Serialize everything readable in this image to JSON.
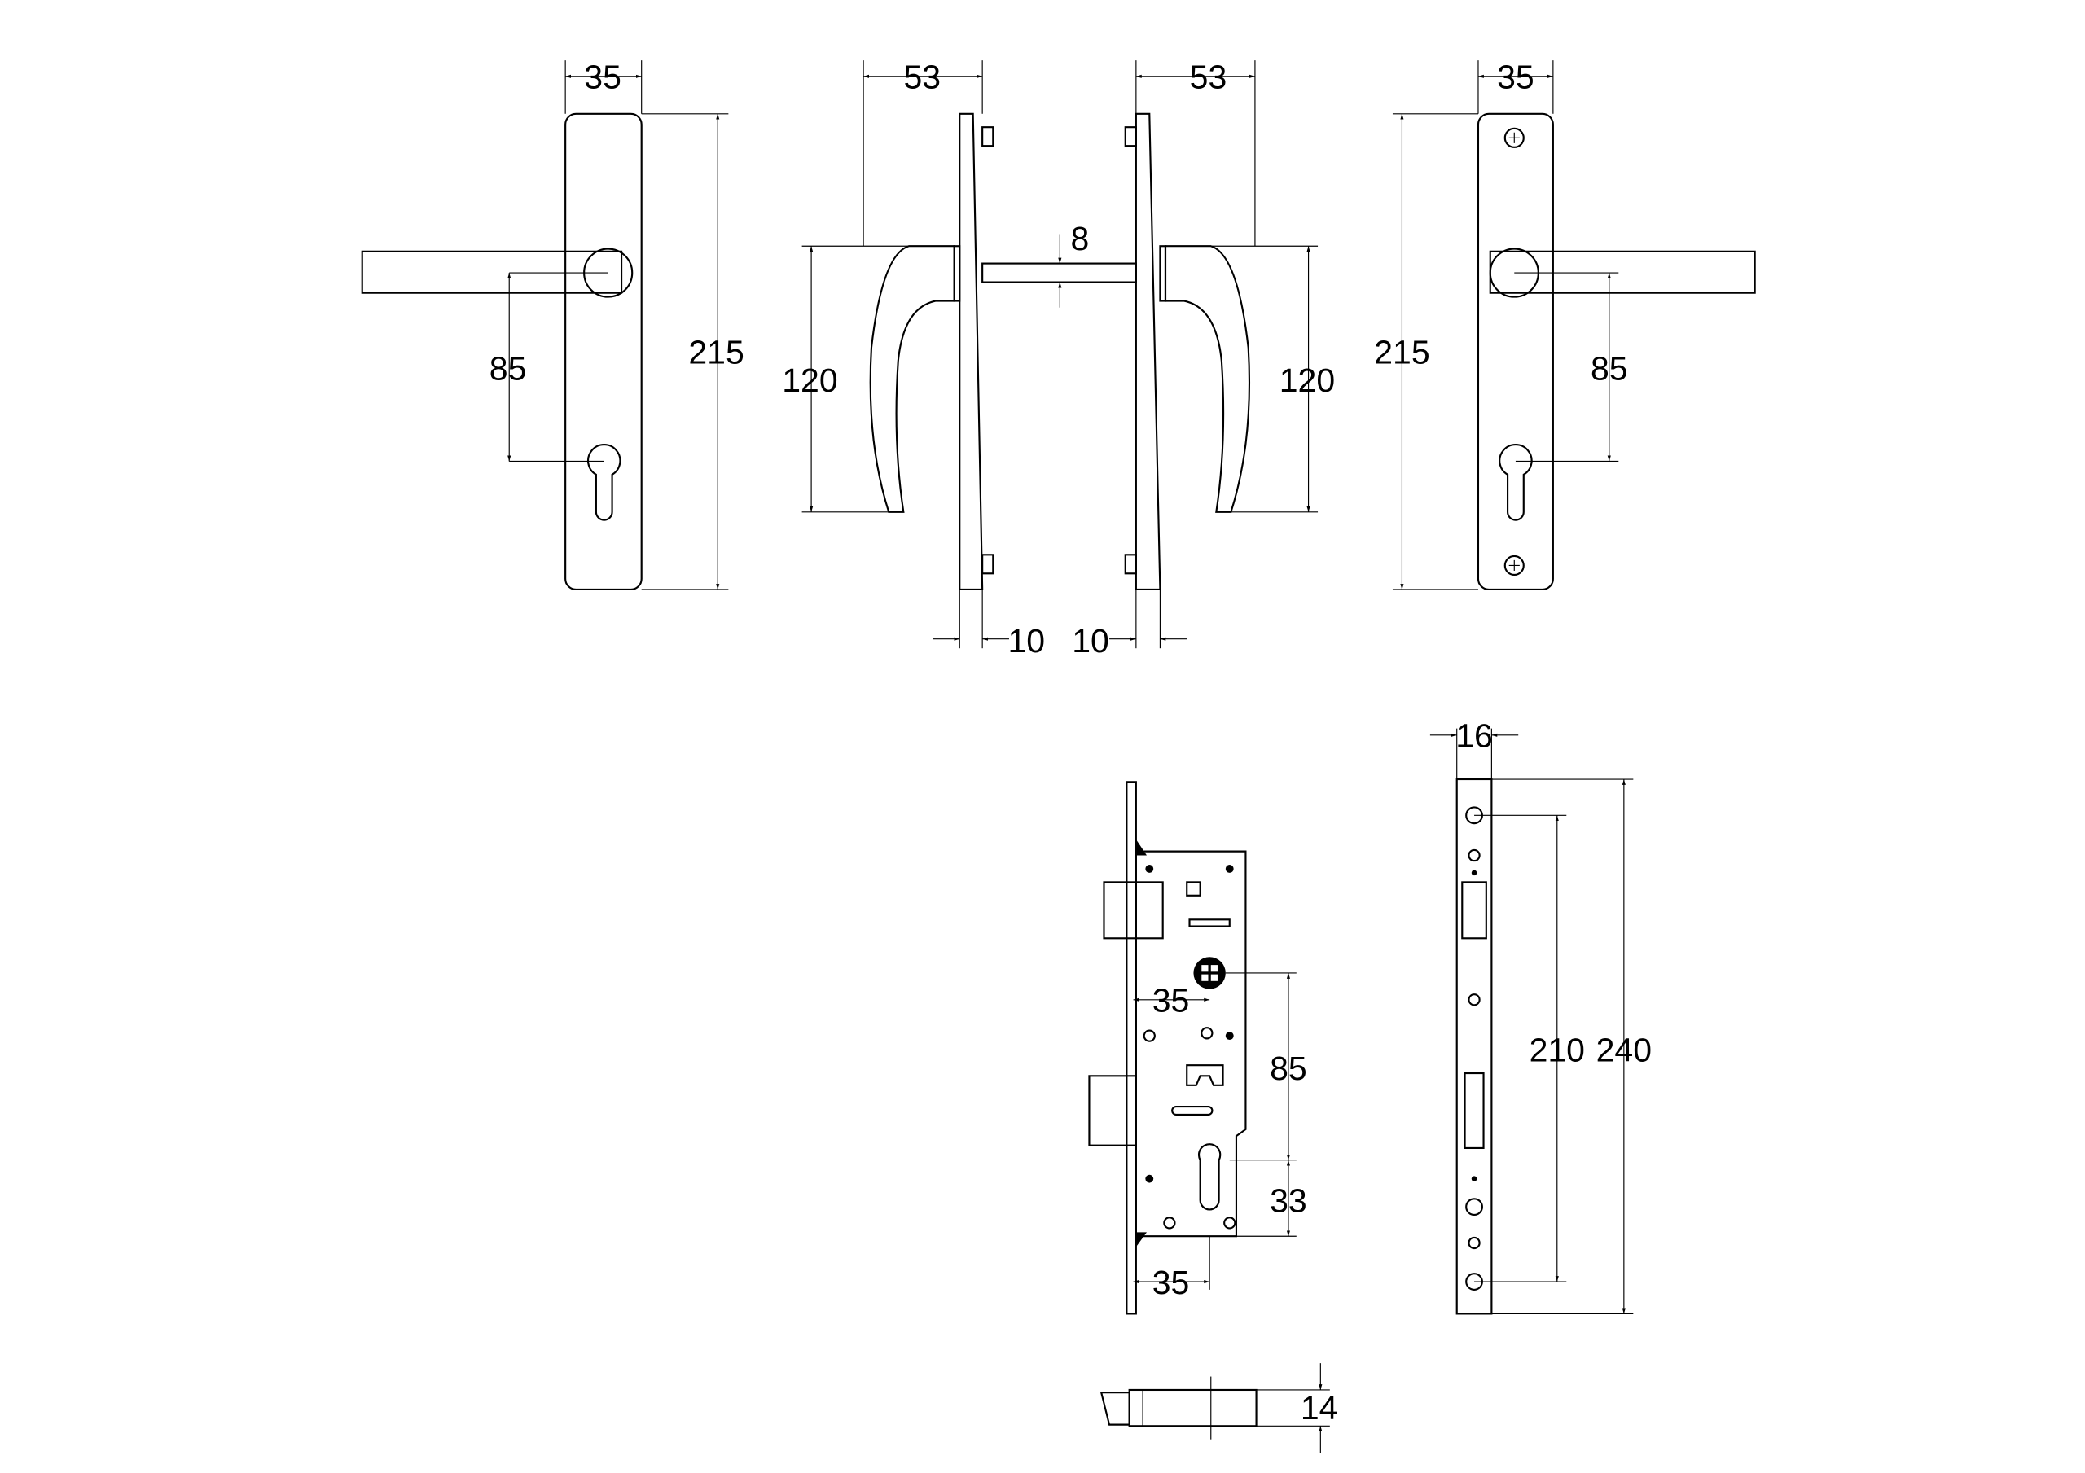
{
  "drawing": {
    "handle_left": {
      "plate_width": "35",
      "handle_to_cylinder": "85",
      "plate_height": "215"
    },
    "side_view": {
      "projection_left": "53",
      "projection_right": "53",
      "spindle": "8",
      "handle_height_left": "120",
      "handle_height_right": "120",
      "plate_thickness_left": "10",
      "plate_thickness_right": "10"
    },
    "handle_right": {
      "plate_width": "35",
      "plate_height": "215",
      "handle_to_cylinder": "85"
    },
    "lock_body": {
      "backset_top": "35",
      "center_distance": "85",
      "cylinder_to_bottom": "33",
      "backset_bottom": "35"
    },
    "faceplate": {
      "width": "16",
      "screw_distance": "210",
      "length": "240"
    },
    "bolt_section": {
      "thickness": "14"
    }
  }
}
